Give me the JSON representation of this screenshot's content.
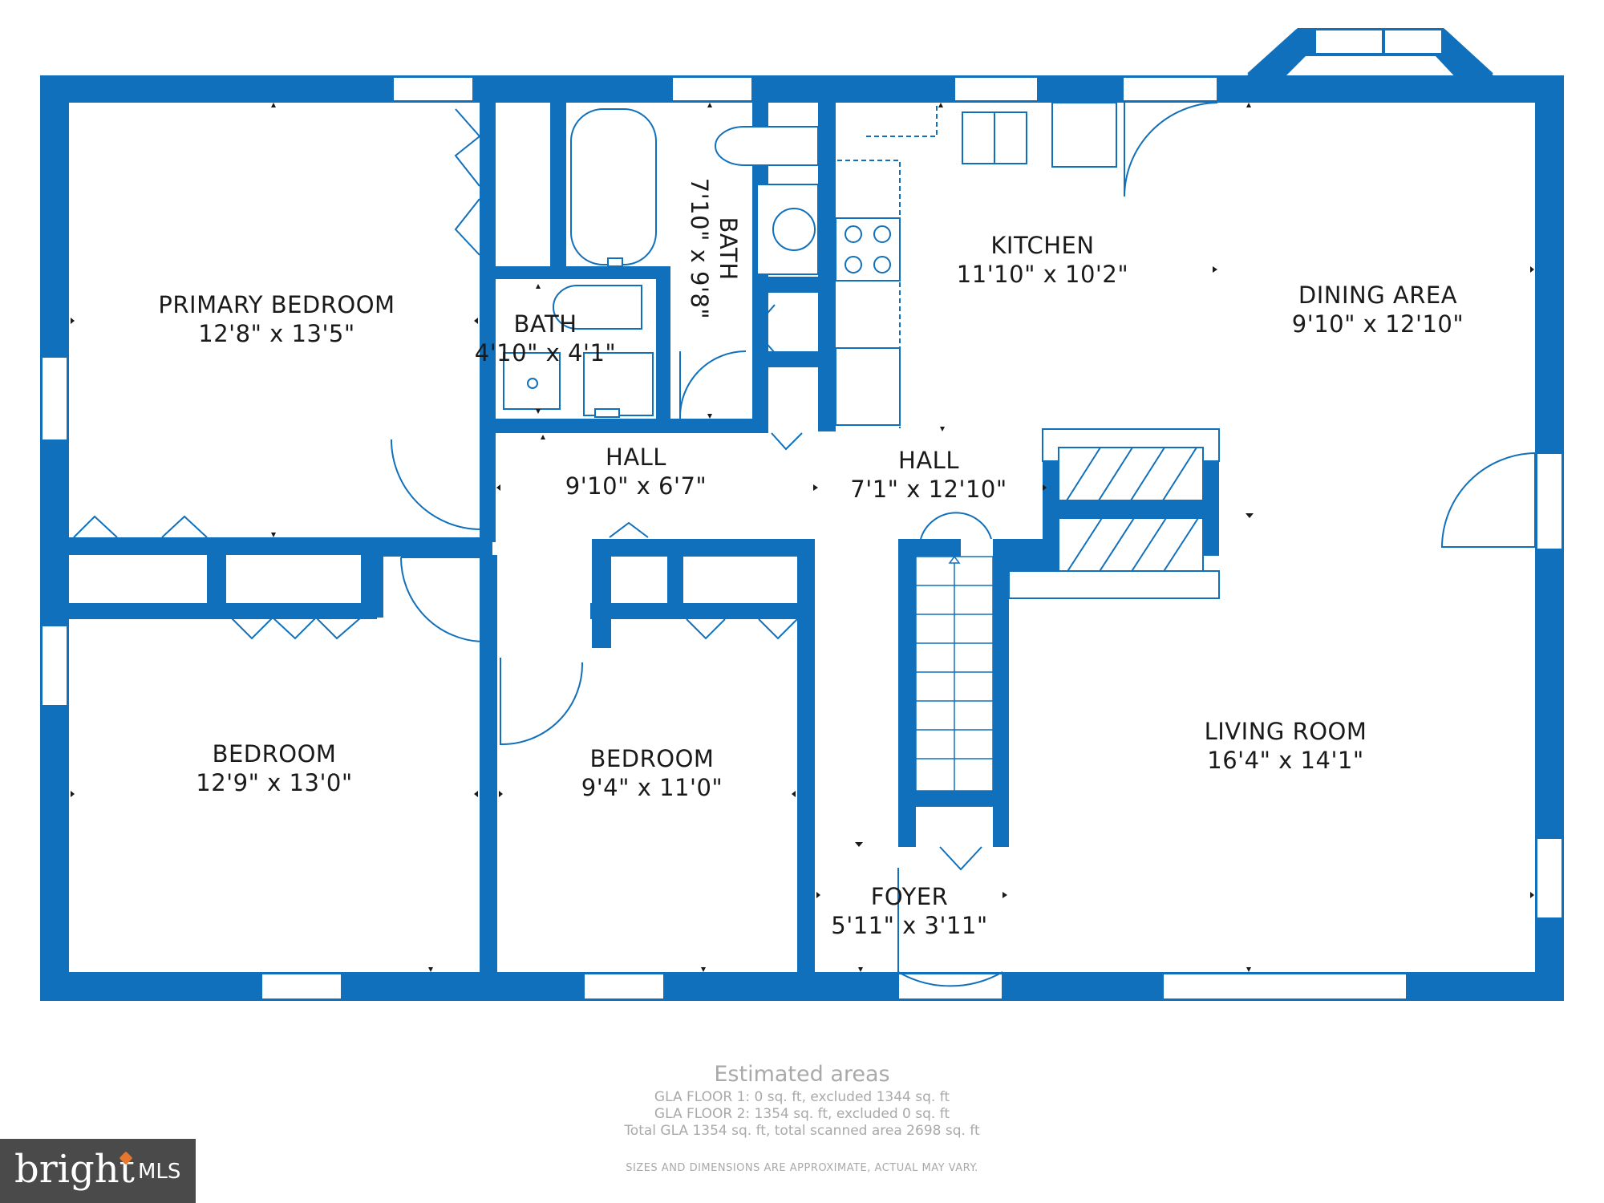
{
  "colors": {
    "wall": "#1070bb",
    "text": "#1a1a1a",
    "fixture": "#1070bb",
    "muted": "#a9a9a9",
    "logo_bg": "#4a4a4a",
    "logo_accent": "#e8762c"
  },
  "rooms": [
    {
      "id": "primary-bedroom",
      "name": "PRIMARY BEDROOM",
      "dims": "12'8\" x 13'5\""
    },
    {
      "id": "bath-small",
      "name": "BATH",
      "dims": "4'10\" x 4'1\""
    },
    {
      "id": "bath-main",
      "name": "BATH",
      "dims": "7'10\" x 9'8\""
    },
    {
      "id": "kitchen",
      "name": "KITCHEN",
      "dims": "11'10\" x 10'2\""
    },
    {
      "id": "dining-area",
      "name": "DINING AREA",
      "dims": "9'10\" x 12'10\""
    },
    {
      "id": "hall-left",
      "name": "HALL",
      "dims": "9'10\" x 6'7\""
    },
    {
      "id": "hall-right",
      "name": "HALL",
      "dims": "7'1\" x 12'10\""
    },
    {
      "id": "bedroom-left",
      "name": "BEDROOM",
      "dims": "12'9\" x 13'0\""
    },
    {
      "id": "bedroom-middle",
      "name": "BEDROOM",
      "dims": "9'4\" x 11'0\""
    },
    {
      "id": "living-room",
      "name": "LIVING ROOM",
      "dims": "16'4\" x 14'1\""
    },
    {
      "id": "foyer",
      "name": "FOYER",
      "dims": "5'11\" x 3'11\""
    }
  ],
  "areas": {
    "title": "Estimated areas",
    "lines": [
      "GLA FLOOR 1: 0 sq. ft, excluded 1344 sq. ft",
      "GLA FLOOR 2: 1354 sq. ft, excluded 0 sq. ft",
      "Total GLA 1354 sq. ft, total scanned area 2698 sq. ft"
    ]
  },
  "disclaimer": "SIZES AND DIMENSIONS ARE APPROXIMATE, ACTUAL MAY VARY.",
  "logo": {
    "word": "bright",
    "suffix": "MLS"
  }
}
